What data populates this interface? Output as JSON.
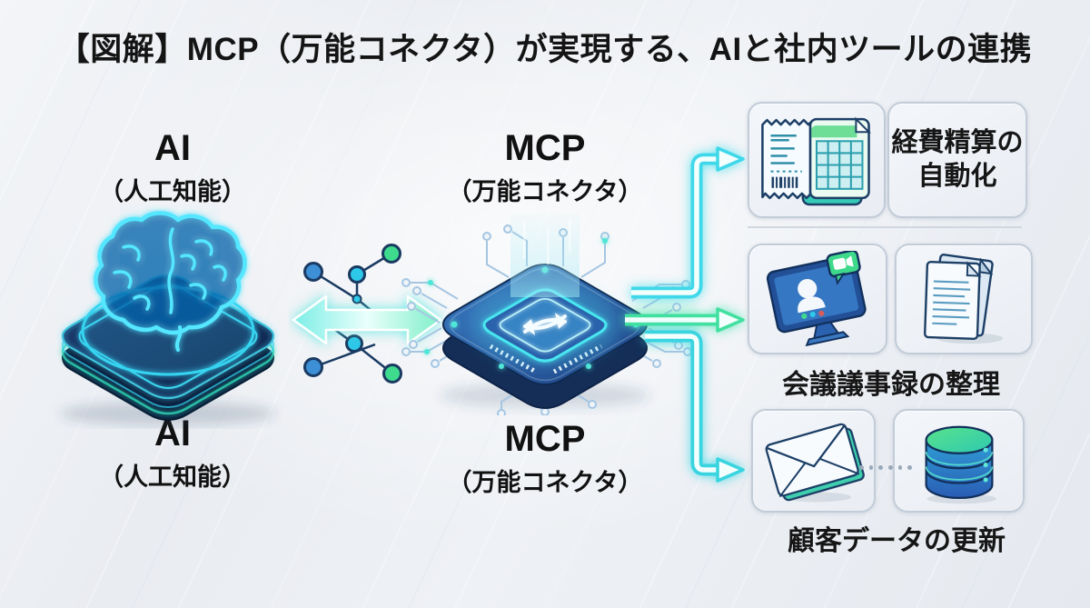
{
  "title": "【図解】MCP（万能コネクタ）が実現する、AIと社内ツールの連携",
  "ai": {
    "name": "AI",
    "subtitle": "（人工知能）",
    "illustration": "neon-brain-on-platform"
  },
  "mcp": {
    "name": "MCP",
    "subtitle": "（万能コネクタ）",
    "illustration": "glowing-chip-with-circuits"
  },
  "connection": {
    "type": "bidirectional-arrow",
    "decoration": "network-nodes"
  },
  "use_cases": [
    {
      "label": "経費精算の自動化",
      "label_lines": [
        "経費精算の",
        "自動化"
      ],
      "icons": [
        "receipt-icon",
        "spreadsheet-icon"
      ]
    },
    {
      "label": "会議議事録の整理",
      "icons": [
        "video-call-monitor-icon",
        "documents-icon"
      ]
    },
    {
      "label": "顧客データの更新",
      "icons": [
        "email-envelope-icon",
        "database-icon"
      ]
    }
  ],
  "colors": {
    "accent_cyan": "#3fd9f2",
    "accent_green": "#3fd98c",
    "navy": "#16325e",
    "arrow_glow": "#4de8e0",
    "panel_border": "#c2ccd8",
    "title_text": "#141414",
    "background": "#edf0f4"
  }
}
